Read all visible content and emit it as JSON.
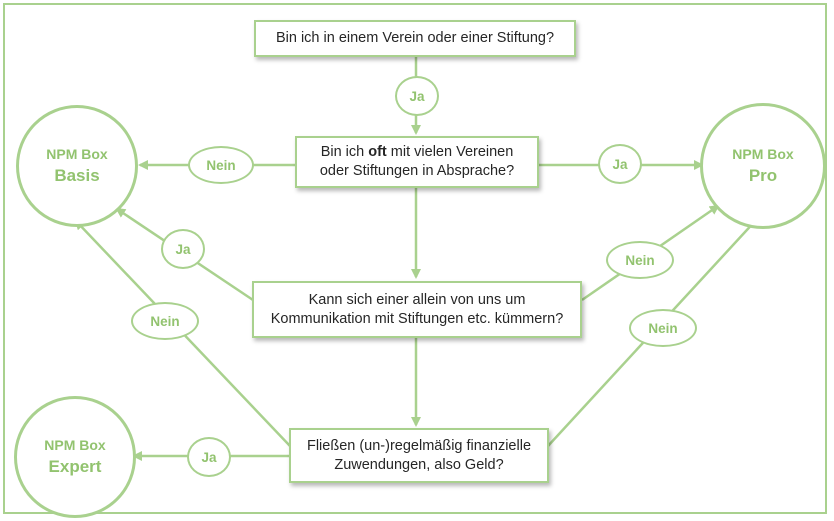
{
  "questions": {
    "q1": "Bin ich in einem Verein oder einer Stiftung?",
    "q2_part1": "Bin ich",
    "q2_bold": "oft",
    "q2_part2": "mit vielen Vereinen",
    "q2_line2": "oder Stiftungen in Absprache?",
    "q3_line1": "Kann sich einer allein von uns um",
    "q3_line2": "Kommunikation mit Stiftungen etc. kümmern?",
    "q4_line1": "Fließen (un-)regelmäßig finanzielle",
    "q4_line2": "Zuwendungen, also Geld?"
  },
  "answers": {
    "ja": "Ja",
    "nein": "Nein"
  },
  "outcomes": {
    "basis": {
      "line1": "NPM Box",
      "line2": "Basis"
    },
    "pro": {
      "line1": "NPM Box",
      "line2": "Pro"
    },
    "expert": {
      "line1": "NPM Box",
      "line2": "Expert"
    }
  },
  "colors": {
    "accent": "#a9d18e",
    "accent_text": "#92c36f",
    "text": "#262626"
  }
}
